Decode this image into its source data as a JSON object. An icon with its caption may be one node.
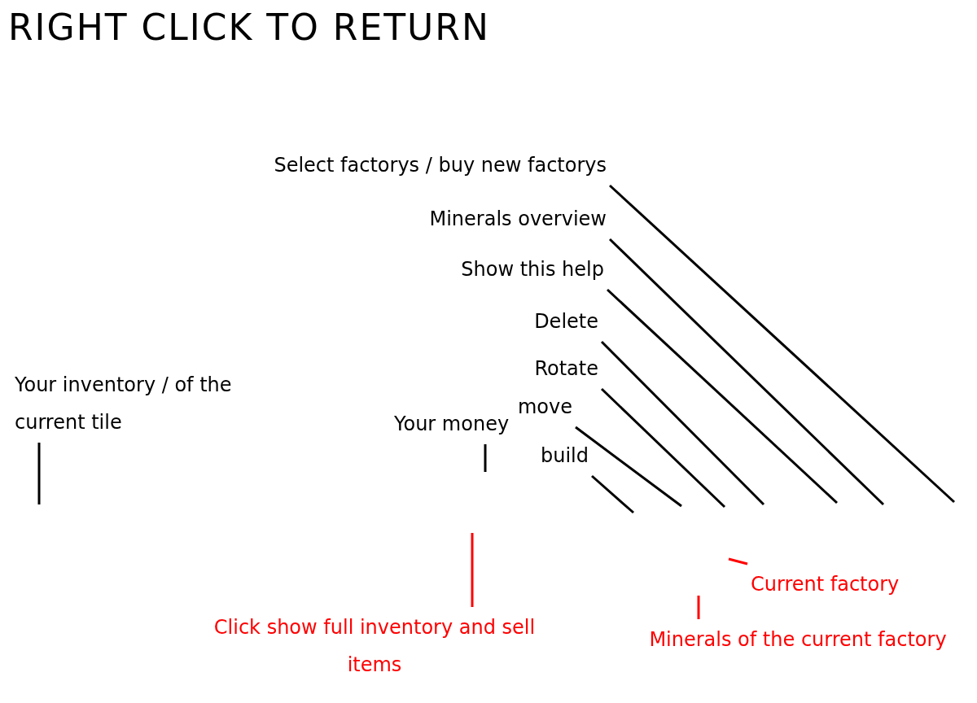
{
  "diagram": {
    "title": "RIGHT CLICK TO RETURN",
    "nodes": [
      {
        "text": [
          "Select factorys / buy new factorys"
        ]
      },
      {
        "text": [
          "Minerals overview"
        ]
      },
      {
        "text": [
          "Show this help"
        ]
      },
      {
        "text": [
          "Delete"
        ]
      },
      {
        "text": [
          "Rotate"
        ]
      },
      {
        "text": [
          "move"
        ]
      },
      {
        "text": [
          "build"
        ]
      },
      {
        "text": [
          "Your money"
        ]
      },
      {
        "text": [
          "Your inventory / of the current tile"
        ]
      },
      {
        "text": [
          "Click show full inventory and sell items"
        ]
      },
      {
        "text": [
          "Current factory"
        ]
      },
      {
        "text": [
          "Minerals of the current factory"
        ]
      }
    ],
    "edges": [
      {
        "from": 0,
        "to": null,
        "arrow": "none"
      },
      {
        "from": 1,
        "to": null,
        "arrow": "none"
      },
      {
        "from": 2,
        "to": null,
        "arrow": "none"
      },
      {
        "from": 3,
        "to": null,
        "arrow": "none"
      },
      {
        "from": 4,
        "to": null,
        "arrow": "none"
      },
      {
        "from": 5,
        "to": null,
        "arrow": "none"
      },
      {
        "from": 6,
        "to": null,
        "arrow": "none"
      },
      {
        "from": 7,
        "to": null,
        "arrow": "none"
      },
      {
        "from": 8,
        "to": null,
        "arrow": "none"
      },
      {
        "from": 9,
        "to": null,
        "arrow": "none",
        "color": "#ff0000"
      },
      {
        "from": 10,
        "to": null,
        "arrow": "none",
        "color": "#ff0000"
      },
      {
        "from": 11,
        "to": null,
        "arrow": "none",
        "color": "#ff0000"
      }
    ]
  }
}
